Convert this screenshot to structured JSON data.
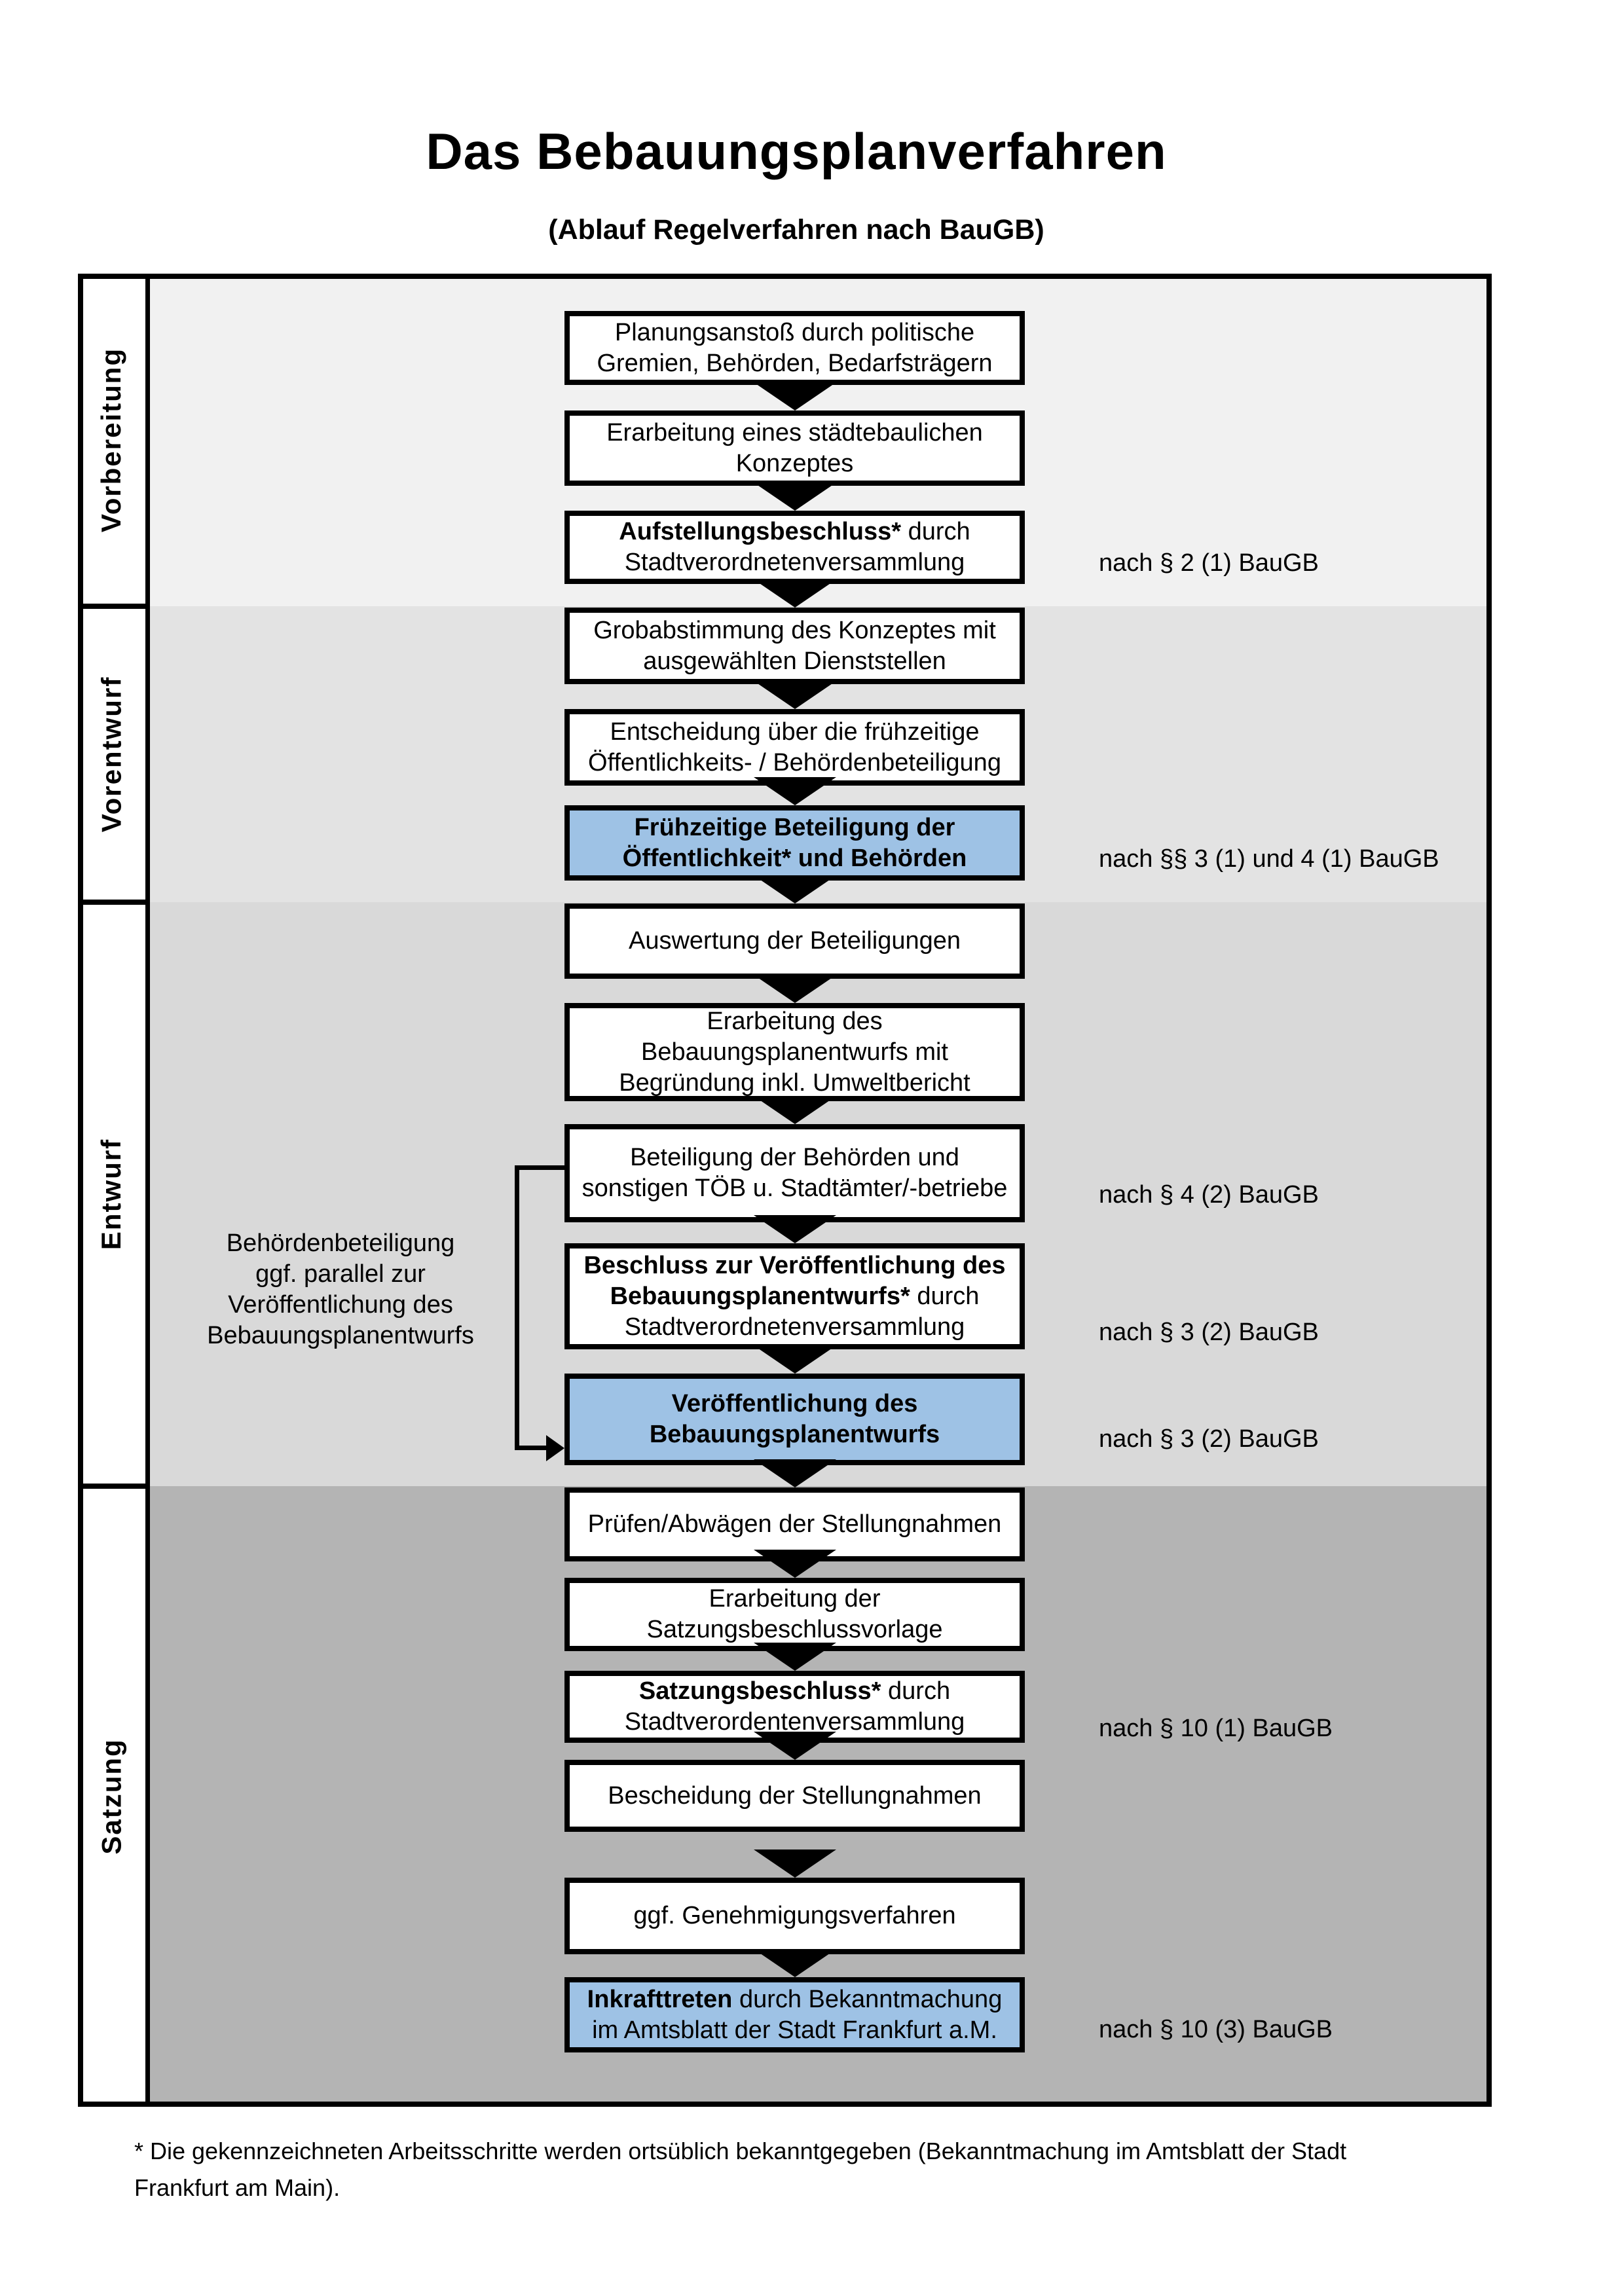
{
  "title": "Das Bebauungsplanverfahren",
  "subtitle": "(Ablauf Regelverfahren nach BauGB)",
  "colors": {
    "highlight_blue": "#9ec2e5",
    "band_vorbereitung": "#f1f1f1",
    "band_vorentwurf": "#e3e3e3",
    "band_entwurf": "#d9d9d9",
    "band_satzung": "#b4b4b4",
    "line_black": "#000000"
  },
  "phases": [
    {
      "label": "Vorbereitung"
    },
    {
      "label": "Vorentwurf"
    },
    {
      "label": "Entwurf"
    },
    {
      "label": "Satzung"
    }
  ],
  "boxes": [
    {
      "id": "planungsanstoss",
      "highlight": false,
      "lines": [
        [
          {
            "text": "Planungsanstoß durch politische",
            "bold": false
          }
        ],
        [
          {
            "text": "Gremien, Behörden, Bedarfsträgern",
            "bold": false
          }
        ]
      ]
    },
    {
      "id": "erarbeitung-konzept",
      "highlight": false,
      "lines": [
        [
          {
            "text": "Erarbeitung eines städtebaulichen",
            "bold": false
          }
        ],
        [
          {
            "text": "Konzeptes",
            "bold": false
          }
        ]
      ]
    },
    {
      "id": "aufstellungsbeschluss",
      "highlight": false,
      "lines": [
        [
          {
            "text": "Aufstellungsbeschluss*",
            "bold": true
          },
          {
            "text": " durch",
            "bold": false
          }
        ],
        [
          {
            "text": "Stadtverordnetenversammlung",
            "bold": false
          }
        ]
      ]
    },
    {
      "id": "grobabstimmung",
      "highlight": false,
      "lines": [
        [
          {
            "text": "Grobabstimmung des Konzeptes mit",
            "bold": false
          }
        ],
        [
          {
            "text": "ausgewählten Dienststellen",
            "bold": false
          }
        ]
      ]
    },
    {
      "id": "entscheidung-beteiligung",
      "highlight": false,
      "lines": [
        [
          {
            "text": "Entscheidung über die frühzeitige",
            "bold": false
          }
        ],
        [
          {
            "text": "Öffentlichkeits- / Behördenbeteiligung",
            "bold": false
          }
        ]
      ]
    },
    {
      "id": "fruehzeitige-beteiligung",
      "highlight": true,
      "lines": [
        [
          {
            "text": "Frühzeitige Beteiligung der",
            "bold": true
          }
        ],
        [
          {
            "text": "Öffentlichkeit* und Behörden",
            "bold": true
          }
        ]
      ]
    },
    {
      "id": "auswertung",
      "highlight": false,
      "lines": [
        [
          {
            "text": "Auswertung der Beteiligungen",
            "bold": false
          }
        ]
      ]
    },
    {
      "id": "erarbeitung-entwurf",
      "highlight": false,
      "lines": [
        [
          {
            "text": "Erarbeitung des",
            "bold": false
          }
        ],
        [
          {
            "text": "Bebauungsplanentwurfs mit",
            "bold": false
          }
        ],
        [
          {
            "text": "Begründung inkl. Umweltbericht",
            "bold": false
          }
        ]
      ]
    },
    {
      "id": "beteiligung-behoerden",
      "highlight": false,
      "lines": [
        [
          {
            "text": "Beteiligung der Behörden und",
            "bold": false
          }
        ],
        [
          {
            "text": "sonstigen TÖB u. Stadtämter/-betriebe",
            "bold": false
          }
        ]
      ]
    },
    {
      "id": "beschluss-veroeffentlichung",
      "highlight": false,
      "lines": [
        [
          {
            "text": "Beschluss zur Veröffentlichung des",
            "bold": true
          }
        ],
        [
          {
            "text": "Bebauungsplanentwurfs*",
            "bold": true
          },
          {
            "text": " durch",
            "bold": false
          }
        ],
        [
          {
            "text": "Stadtverordnetenversammlung",
            "bold": false
          }
        ]
      ]
    },
    {
      "id": "veroeffentlichung",
      "highlight": true,
      "lines": [
        [
          {
            "text": "Veröffentlichung des",
            "bold": true
          }
        ],
        [
          {
            "text": "Bebauungsplanentwurfs",
            "bold": true
          }
        ]
      ]
    },
    {
      "id": "pruefen-abwaegen",
      "highlight": false,
      "lines": [
        [
          {
            "text": "Prüfen/Abwägen der Stellungnahmen",
            "bold": false
          }
        ]
      ]
    },
    {
      "id": "erarbeitung-vorlage",
      "highlight": false,
      "lines": [
        [
          {
            "text": "Erarbeitung der",
            "bold": false
          }
        ],
        [
          {
            "text": "Satzungsbeschlussvorlage",
            "bold": false
          }
        ]
      ]
    },
    {
      "id": "satzungsbeschluss",
      "highlight": false,
      "lines": [
        [
          {
            "text": "Satzungsbeschluss*",
            "bold": true
          },
          {
            "text": " durch",
            "bold": false
          }
        ],
        [
          {
            "text": "Stadtverordentenversammlung",
            "bold": false
          }
        ]
      ]
    },
    {
      "id": "bescheidung",
      "highlight": false,
      "lines": [
        [
          {
            "text": "Bescheidung der Stellungnahmen",
            "bold": false
          }
        ]
      ]
    },
    {
      "id": "genehmigungsverfahren",
      "highlight": false,
      "lines": [
        [
          {
            "text": "ggf. Genehmigungsverfahren",
            "bold": false
          }
        ]
      ]
    },
    {
      "id": "inkrafttreten",
      "highlight": true,
      "lines": [
        [
          {
            "text": "Inkrafttreten",
            "bold": true
          },
          {
            "text": " durch Bekanntmachung",
            "bold": false
          }
        ],
        [
          {
            "text": "im Amtsblatt der Stadt Frankfurt a.M.",
            "bold": false
          }
        ]
      ]
    }
  ],
  "annotations": [
    {
      "text": "nach § 2 (1) BauGB"
    },
    {
      "text": "nach §§ 3 (1) und 4 (1) BauGB"
    },
    {
      "text": "nach § 4 (2) BauGB"
    },
    {
      "text": "nach § 3 (2) BauGB"
    },
    {
      "text": "nach § 3 (2) BauGB"
    },
    {
      "text": "nach § 10 (1) BauGB"
    },
    {
      "text": "nach § 10 (3) BauGB"
    }
  ],
  "side_note": {
    "lines": [
      "Behördenbeteiligung",
      "ggf. parallel zur",
      "Veröffentlichung des",
      "Bebauungsplanentwurfs"
    ]
  },
  "footnote": {
    "lines": [
      "* Die gekennzeichneten Arbeitsschritte werden ortsüblich bekanntgegeben (Bekanntmachung im Amtsblatt  der Stadt",
      "Frankfurt am Main)."
    ]
  }
}
